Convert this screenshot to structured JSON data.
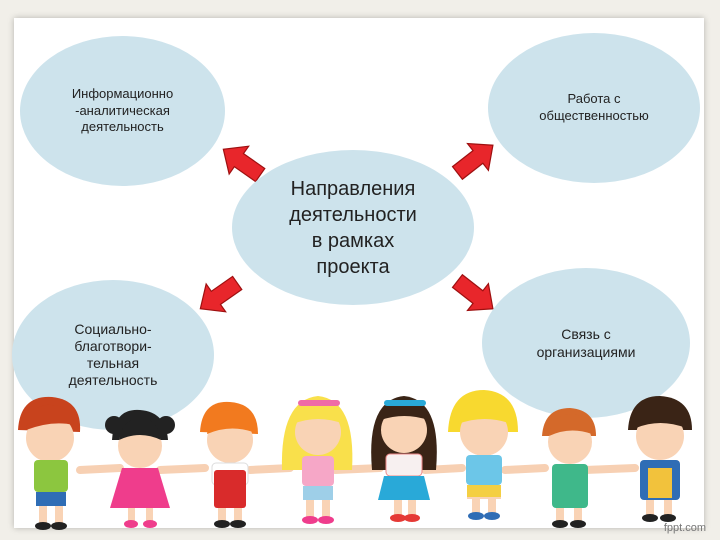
{
  "center": {
    "label": "Направления\nдеятельности\nв рамках\nпроекта"
  },
  "nodes": {
    "info": "Информационно\n-аналитическая\nдеятельность",
    "public": "Работа с\nобщественностью",
    "social": "Социально-\nблаготвори-\nтельная\nдеятельность",
    "orgs": "Связь с\nорганизациями"
  },
  "colors": {
    "bubble": "#cde3ec",
    "arrow": "#e8262b",
    "arrow_outline": "#9e1010",
    "background": "#f1efe9"
  },
  "watermark": "fppt.com",
  "decoration": "cartoon-children-holding-hands"
}
